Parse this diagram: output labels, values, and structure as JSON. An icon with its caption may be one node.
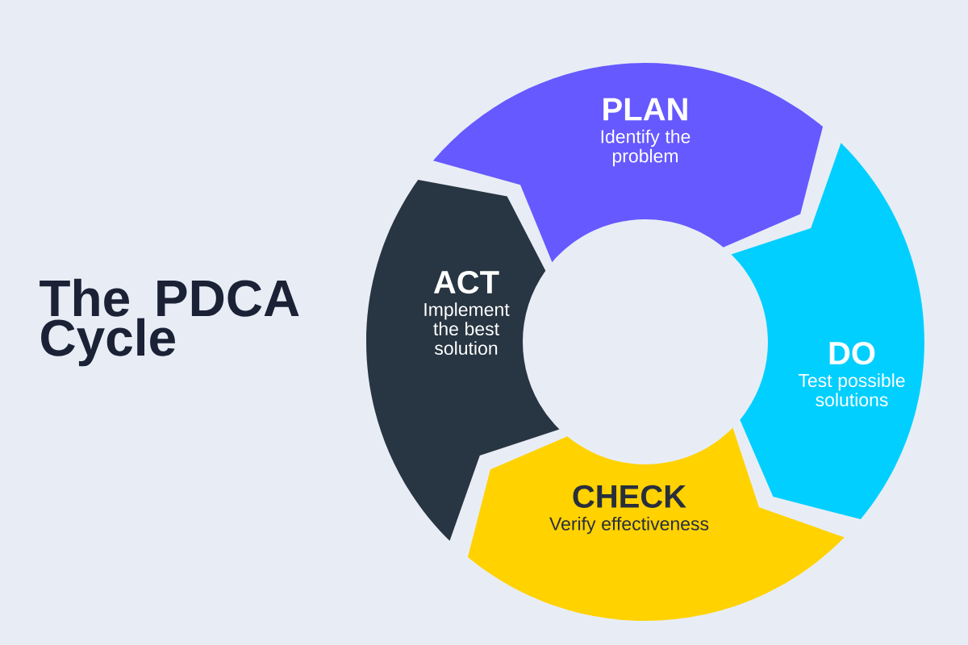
{
  "diagram": {
    "title": "The PDCA Cycle",
    "nodes": [
      {
        "text": [
          "PLAN",
          "Identify the problem"
        ]
      },
      {
        "text": [
          "DO",
          "Test possible solutions"
        ]
      },
      {
        "text": [
          "CHECK",
          "Verify effectiveness"
        ]
      },
      {
        "text": [
          "ACT",
          "Implement the best solution"
        ]
      }
    ]
  }
}
